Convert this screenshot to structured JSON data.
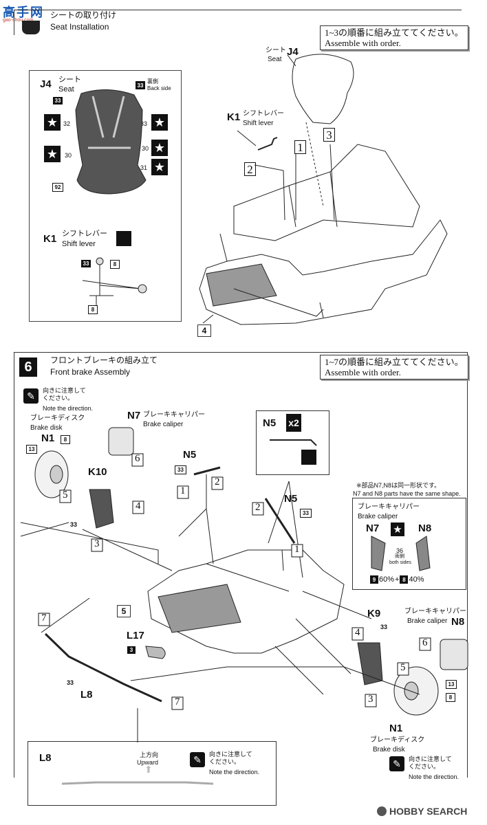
{
  "header": {
    "logo_text": "高手网",
    "logo_url": "gao-shou.com",
    "step5_title_jp": "シートの取り付け",
    "step5_title_en": "Seat Installation"
  },
  "step5": {
    "order_jp": "1~3の順番に組み立ててください。",
    "order_en": "Assemble with order.",
    "seat_part": "J4",
    "seat_jp": "シート",
    "seat_en": "Seat",
    "shift_part": "K1",
    "shift_jp": "シフトレバー",
    "shift_en": "Shift lever",
    "steps": [
      "1",
      "2",
      "3"
    ],
    "ref_4": "4"
  },
  "inset_seat": {
    "part": "J4",
    "jp": "シート",
    "en": "Seat",
    "back_jp": "裏側",
    "back_en": "Back side",
    "colors": [
      "33",
      "32",
      "33",
      "30",
      "30",
      "31",
      "92",
      "33"
    ],
    "shift_part": "K1",
    "shift_jp": "シフトレバー",
    "shift_en": "Shift lever",
    "shift_colors": [
      "33",
      "8",
      "8"
    ]
  },
  "step6": {
    "number": "6",
    "title_jp": "フロントブレーキの組み立て",
    "title_en": "Front brake Assembly",
    "order_jp": "1~7の順番に組み立ててください。",
    "order_en": "Assemble with order.",
    "note_jp": "向きに注意して\nください。",
    "note_en": "Note the direction.",
    "disk_jp": "ブレーキディスク",
    "disk_en": "Brake disk",
    "caliper_jp": "ブレーキキャリパー",
    "caliper_en": "Brake caliper",
    "parts": {
      "n1": "N1",
      "n5": "N5",
      "n7": "N7",
      "n8": "N8",
      "k9": "K9",
      "k10": "K10",
      "l8": "L8",
      "l17": "L17"
    },
    "color_codes": [
      "13",
      "8",
      "33",
      "33",
      "33",
      "33",
      "3",
      "33",
      "13",
      "8"
    ],
    "n5_count": "x2",
    "steps": [
      "1",
      "2",
      "3",
      "4",
      "5",
      "6",
      "7"
    ],
    "ref_5": "5"
  },
  "n7n8_box": {
    "note_jp": "※部品N7,N8は同一形状です。",
    "note_en": "N7 and N8 parts have the same shape.",
    "caliper_jp": "ブレーキキャリパー",
    "caliper_en": "Brake caliper",
    "left": "N7",
    "right": "N8",
    "color": "36",
    "both_jp": "両側",
    "both_en": "both sides",
    "mix_a_code": "9",
    "mix_a_pct": "60%",
    "mix_plus": "+",
    "mix_b_code": "8",
    "mix_b_pct": "40%"
  },
  "l8_box": {
    "part": "L8",
    "up_jp": "上方向",
    "up_en": "Upward",
    "note_jp": "向きに注意して\nください。",
    "note_en": "Note the direction."
  },
  "footer": {
    "brand": "HOBBY SEARCH"
  }
}
